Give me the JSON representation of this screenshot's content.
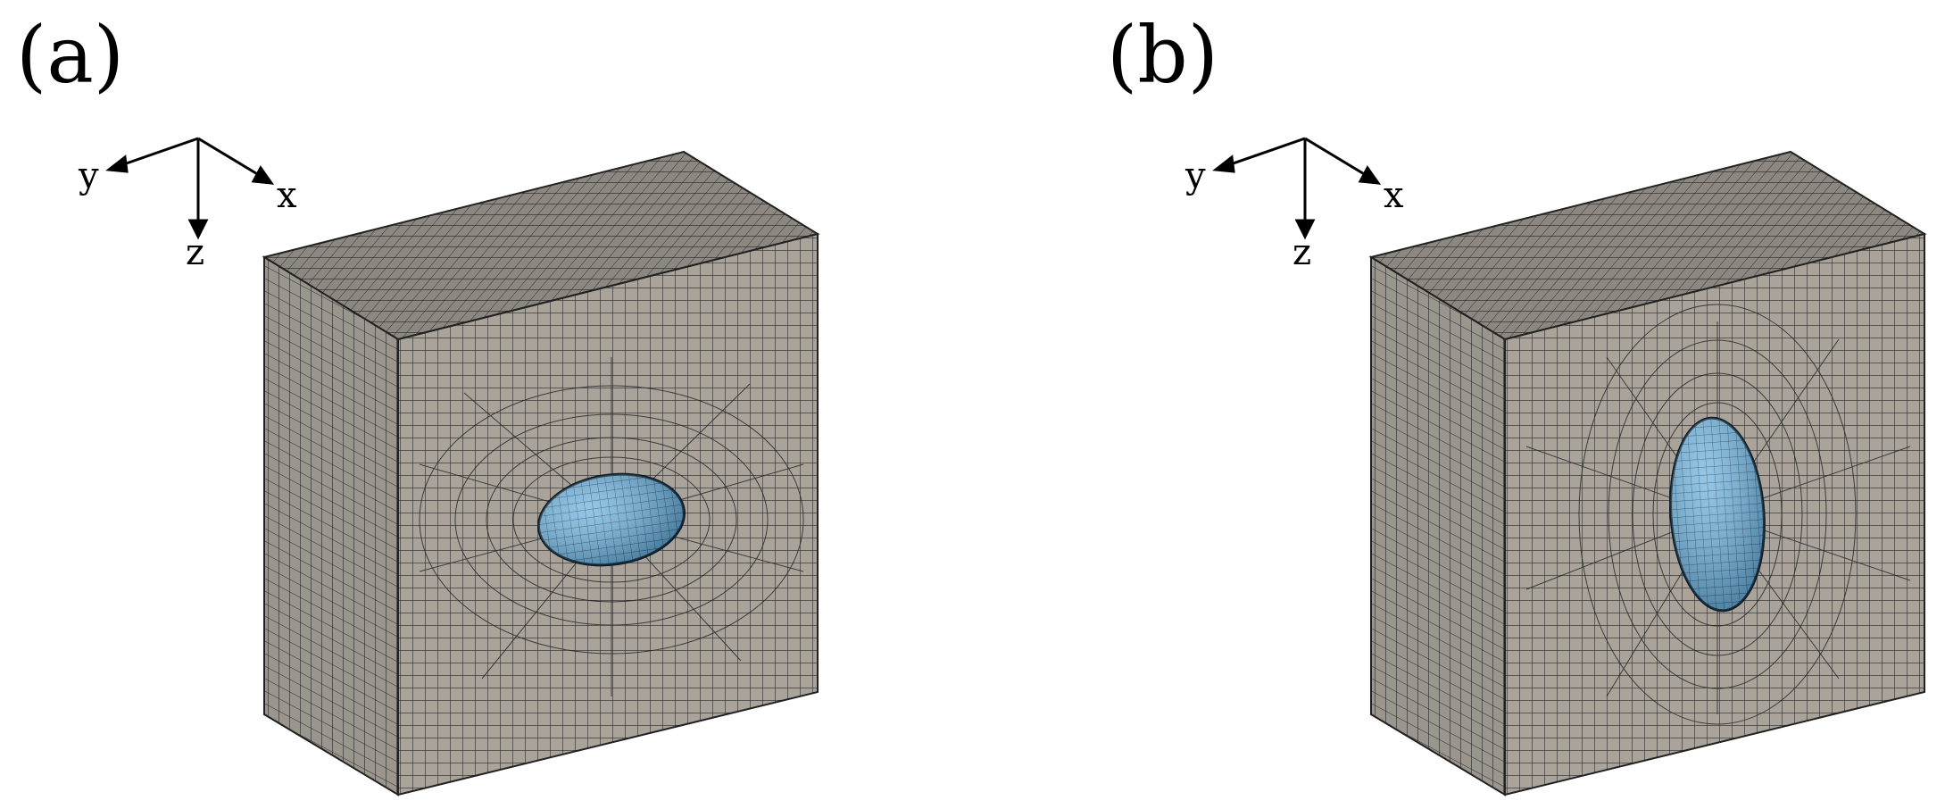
{
  "figure": {
    "panels": [
      {
        "id": "a",
        "label": "(a)",
        "axes": {
          "x": "x",
          "y": "y",
          "z": "z"
        },
        "inclusion_orientation": "horizontal"
      },
      {
        "id": "b",
        "label": "(b)",
        "axes": {
          "x": "x",
          "y": "y",
          "z": "z"
        },
        "inclusion_orientation": "vertical"
      }
    ],
    "colors": {
      "mesh_face": "#a9a39a",
      "mesh_top": "#8c8780",
      "mesh_side": "#9a958d",
      "mesh_line": "#2b2b2b",
      "inclusion": "#6fb3df",
      "inclusion_dark": "#2d6f9a",
      "axis": "#000000"
    }
  }
}
